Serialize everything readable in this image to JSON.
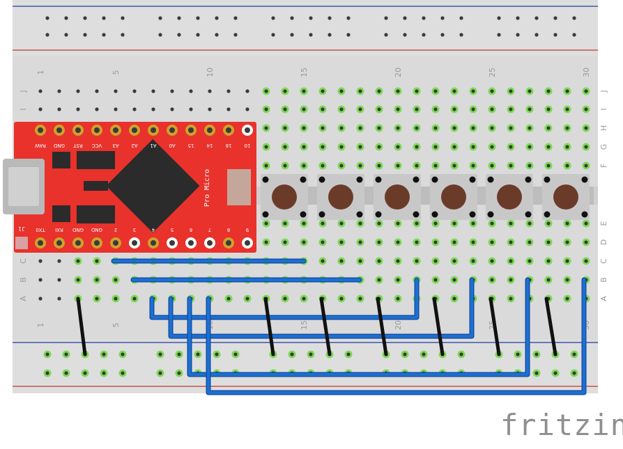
{
  "brand": {
    "wordmark": "fritzing"
  },
  "breadboard": {
    "column_labels": [
      "1",
      "5",
      "10",
      "15",
      "20",
      "25",
      "30"
    ],
    "row_labels_top": [
      "J",
      "I",
      "H",
      "G",
      "F"
    ],
    "row_labels_bottom": [
      "E",
      "D",
      "C",
      "B",
      "A"
    ],
    "colors": {
      "board": "#d9d9d9",
      "rail_blue": "#1e3aa0",
      "rail_red": "#c0392b",
      "hole": "#3a3a3a",
      "hole_active": "#7ed957"
    }
  },
  "pro_micro": {
    "name": "Pro Micro",
    "top_pins": [
      "RAW",
      "GND",
      "RST",
      "VCC",
      "A3",
      "A2",
      "A1",
      "A0",
      "15",
      "14",
      "16",
      "10"
    ],
    "bottom_pins": [
      "TX0",
      "RXI",
      "GND",
      "GND",
      "2",
      "3",
      "4",
      "5",
      "6",
      "7",
      "8",
      "9"
    ],
    "jumper_label": "J1",
    "color": "#e8322b"
  },
  "buttons": {
    "count": 6,
    "cap_color": "#6b3b2a"
  },
  "wires": {
    "colors": {
      "blue": "#1f6fd1",
      "black": "#111111"
    }
  }
}
